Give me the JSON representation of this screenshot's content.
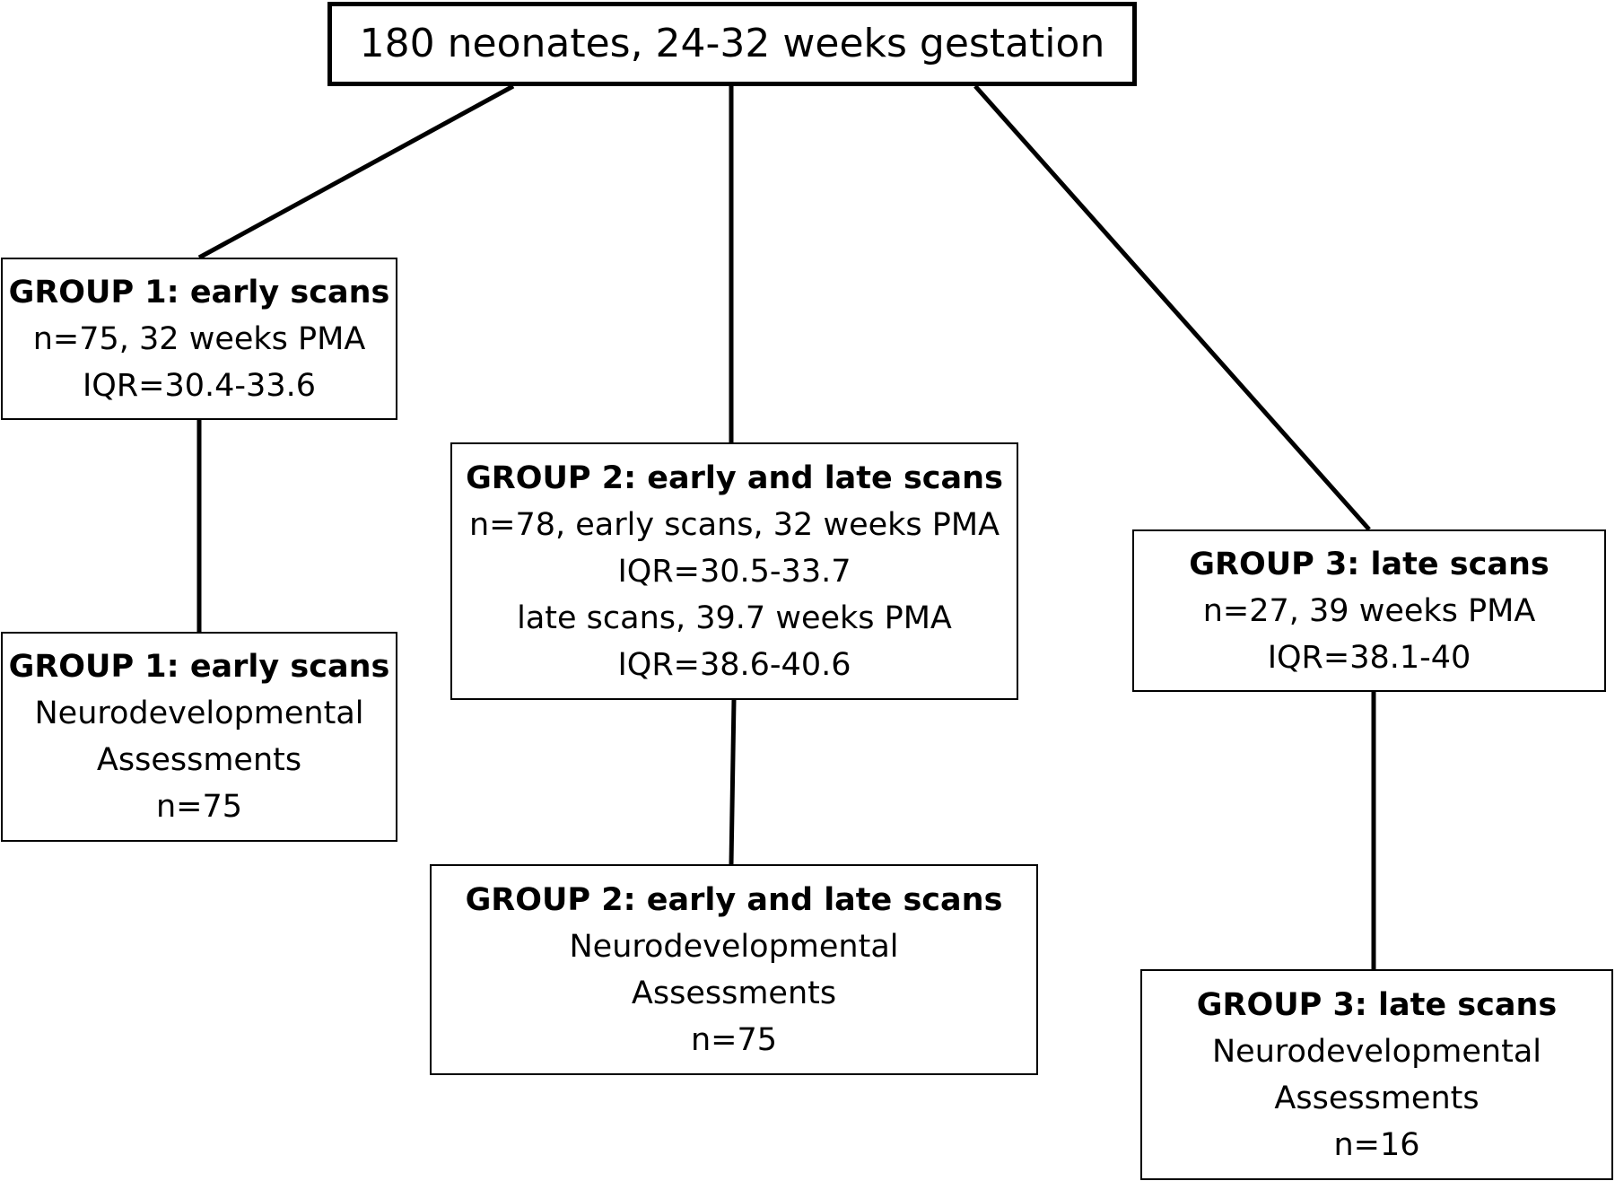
{
  "root": {
    "text": "180 neonates, 24-32 weeks gestation"
  },
  "group1": {
    "scans": {
      "title": "GROUP 1: early scans",
      "lines": [
        "n=75, 32 weeks PMA",
        "IQR=30.4-33.6"
      ]
    },
    "assessments": {
      "title": "GROUP 1: early scans",
      "lines": [
        "Neurodevelopmental",
        "Assessments",
        "n=75"
      ]
    }
  },
  "group2": {
    "scans": {
      "title": "GROUP 2: early and late scans",
      "lines": [
        "n=78, early scans, 32 weeks PMA",
        "IQR=30.5-33.7",
        "late scans, 39.7 weeks PMA",
        "IQR=38.6-40.6"
      ]
    },
    "assessments": {
      "title": "GROUP 2: early and late scans",
      "lines": [
        "Neurodevelopmental",
        "Assessments",
        "n=75"
      ]
    }
  },
  "group3": {
    "scans": {
      "title": "GROUP 3: late scans",
      "lines": [
        "n=27, 39 weeks PMA",
        "IQR=38.1-40"
      ]
    },
    "assessments": {
      "title": "GROUP 3: late scans",
      "lines": [
        "Neurodevelopmental",
        "Assessments",
        "n=16"
      ]
    }
  }
}
